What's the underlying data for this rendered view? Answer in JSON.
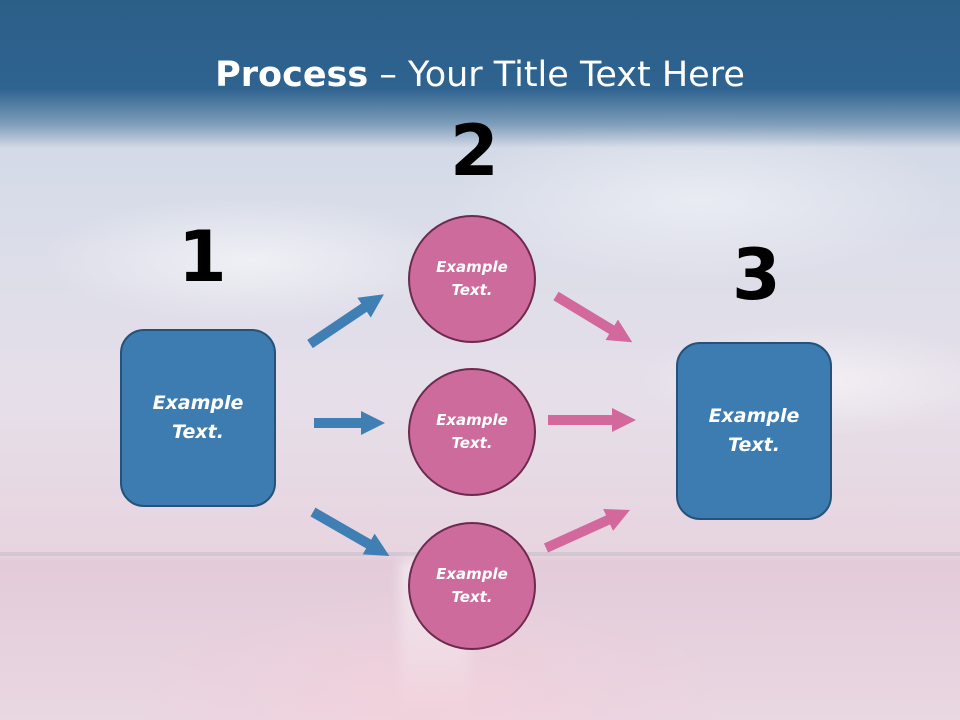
{
  "title": {
    "bold": "Process",
    "rest": " – Your Title Text Here"
  },
  "steps": {
    "one": "1",
    "two": "2",
    "three": "3"
  },
  "left_box": {
    "text": "Example\nText."
  },
  "right_box": {
    "text": "Example\nText."
  },
  "circles": [
    {
      "text": "Example\nText."
    },
    {
      "text": "Example\nText."
    },
    {
      "text": "Example\nText."
    }
  ],
  "colors": {
    "header": "#2c5f88",
    "box_fill": "#3d7cb0",
    "circle_fill": "#cc6b9c",
    "blue_arrow": "#3f7fb3",
    "pink_arrow": "#d2689c"
  }
}
